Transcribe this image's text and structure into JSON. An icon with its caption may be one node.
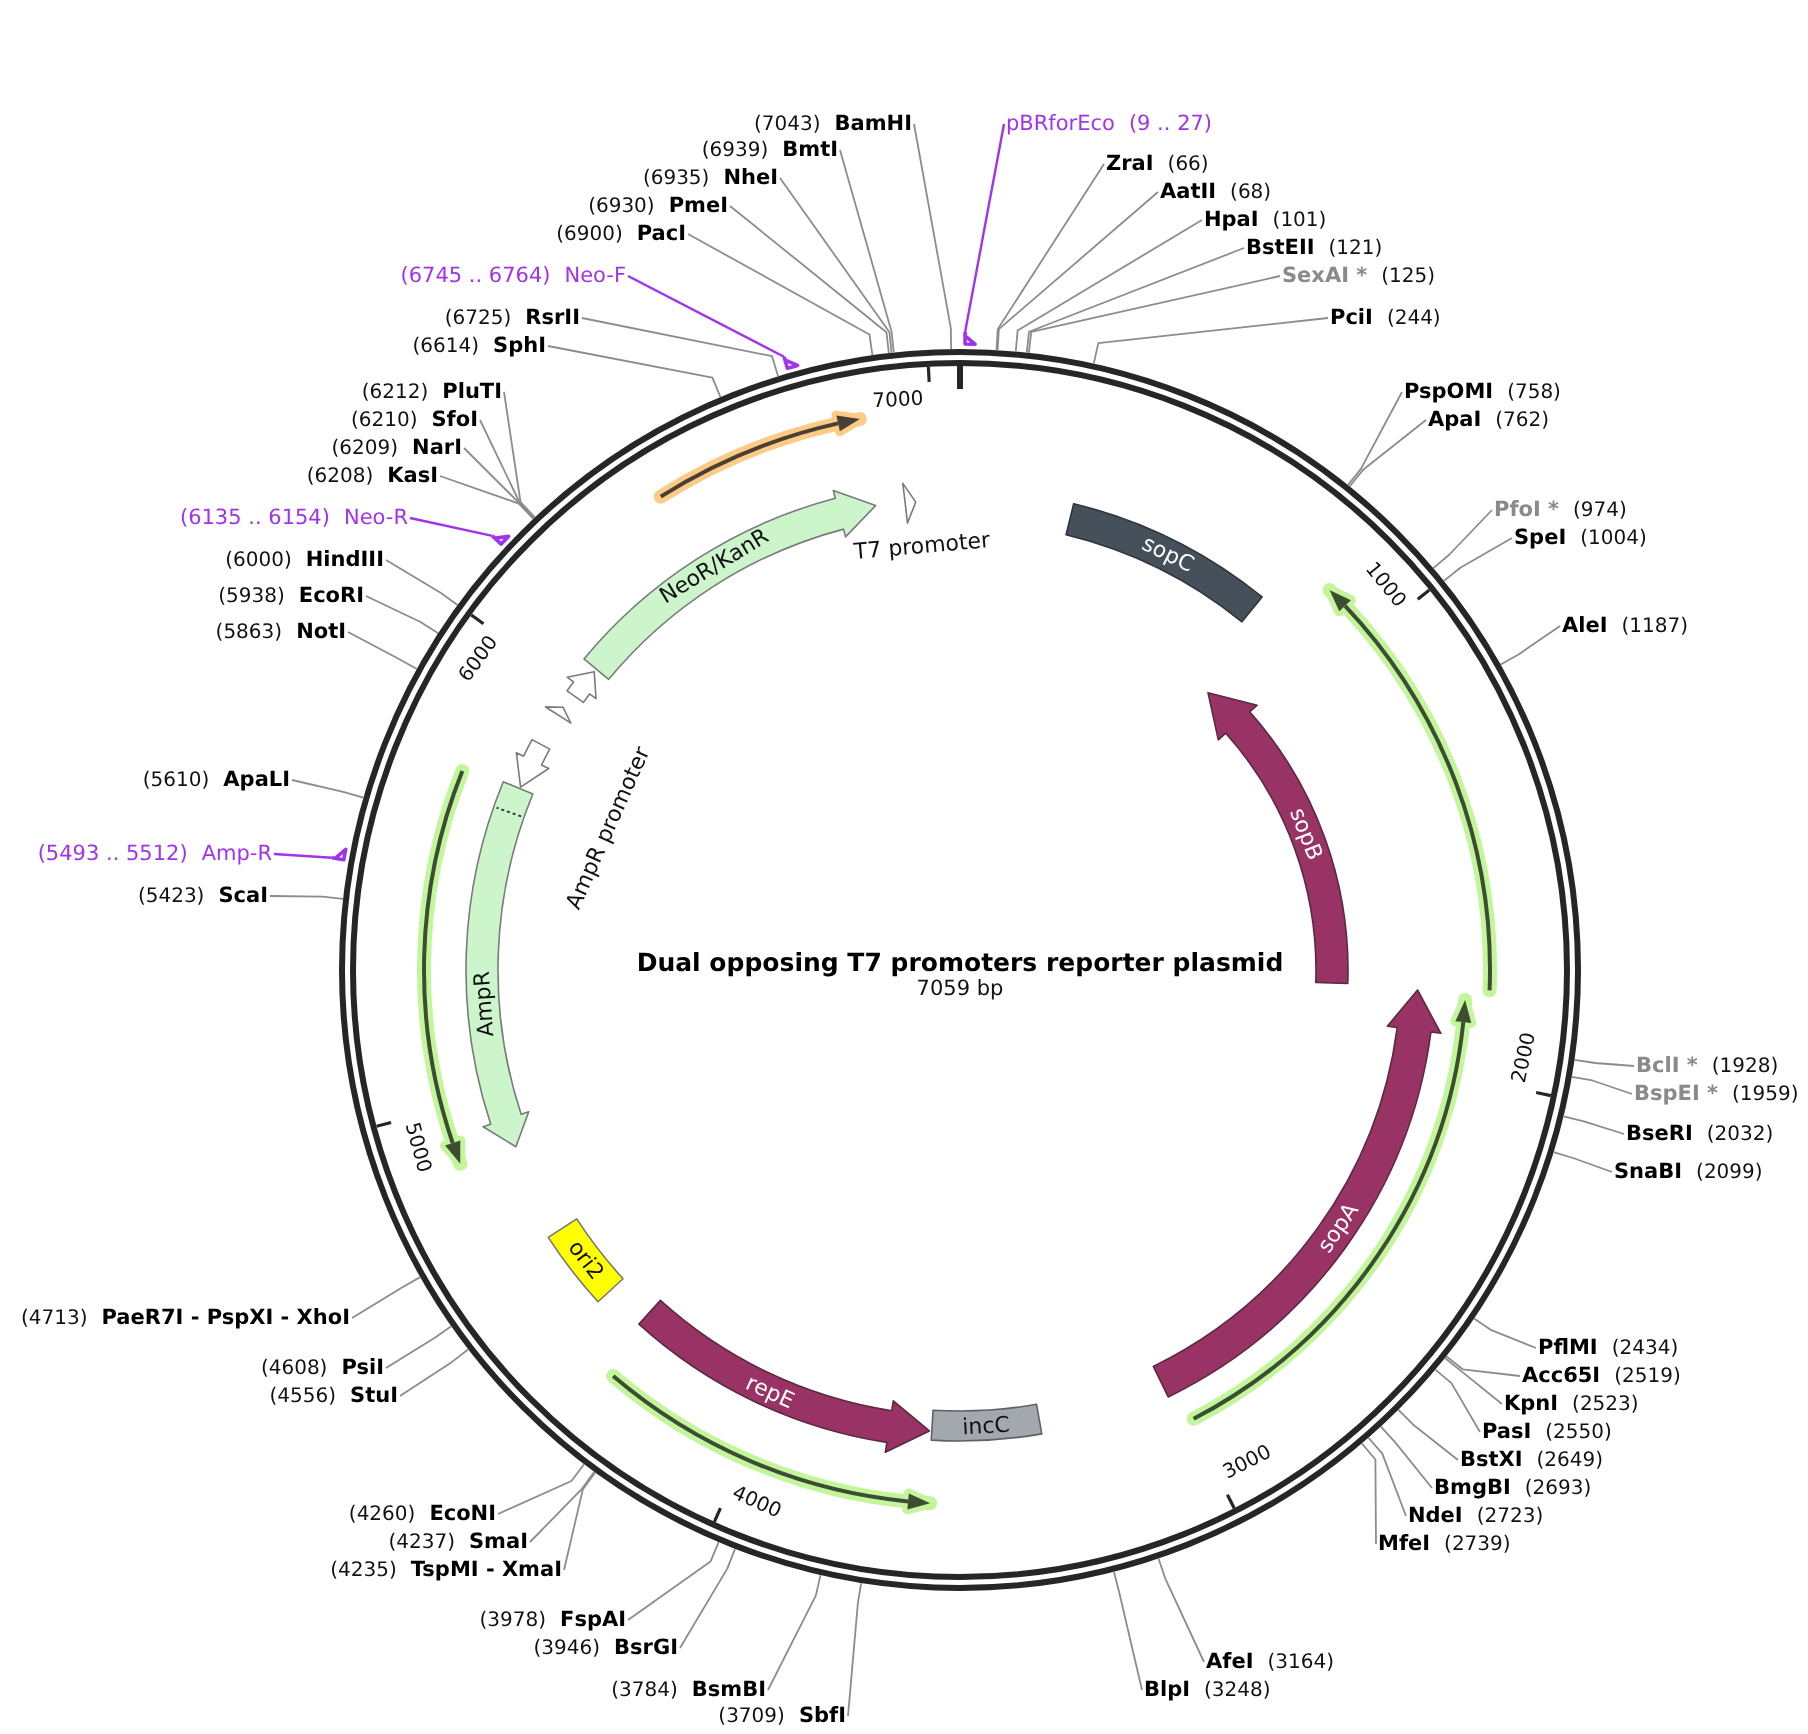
{
  "diagram": {
    "title": "Dual opposing T7 promoters reporter plasmid",
    "nodes": [
      {
        "text": [
          "pBRforEco",
          "(9 .. 27)"
        ]
      },
      {
        "text": [
          "ZraI",
          "(66)"
        ]
      },
      {
        "text": [
          "AatII",
          "(68)"
        ]
      },
      {
        "text": [
          "HpaI",
          "(101)"
        ]
      },
      {
        "text": [
          "BstEII",
          "(121)"
        ]
      },
      {
        "text": [
          "SexAI *",
          "(125)"
        ]
      },
      {
        "text": [
          "PciI",
          "(244)"
        ]
      },
      {
        "text": [
          "PspOMI",
          "(758)"
        ]
      },
      {
        "text": [
          "ApaI",
          "(762)"
        ]
      },
      {
        "text": [
          "PfoI *",
          "(974)"
        ]
      },
      {
        "text": [
          "SpeI",
          "(1004)"
        ]
      },
      {
        "text": [
          "AleI",
          "(1187)"
        ]
      },
      {
        "text": [
          "BclI *",
          "(1928)"
        ]
      },
      {
        "text": [
          "BspEI *",
          "(1959)"
        ]
      },
      {
        "text": [
          "BseRI",
          "(2032)"
        ]
      },
      {
        "text": [
          "SnaBI",
          "(2099)"
        ]
      },
      {
        "text": [
          "PflMI",
          "(2434)"
        ]
      },
      {
        "text": [
          "Acc65I",
          "(2519)"
        ]
      },
      {
        "text": [
          "KpnI",
          "(2523)"
        ]
      },
      {
        "text": [
          "PasI",
          "(2550)"
        ]
      },
      {
        "text": [
          "BstXI",
          "(2649)"
        ]
      },
      {
        "text": [
          "BmgBI",
          "(2693)"
        ]
      },
      {
        "text": [
          "NdeI",
          "(2723)"
        ]
      },
      {
        "text": [
          "MfeI",
          "(2739)"
        ]
      },
      {
        "text": [
          "AfeI",
          "(3164)"
        ]
      },
      {
        "text": [
          "BlpI",
          "(3248)"
        ]
      },
      {
        "text": [
          "(3709)",
          "SbfI"
        ]
      },
      {
        "text": [
          "(3784)",
          "BsmBI"
        ]
      },
      {
        "text": [
          "(3946)",
          "BsrGI"
        ]
      },
      {
        "text": [
          "(3978)",
          "FspAI"
        ]
      },
      {
        "text": [
          "(4235)",
          "TspMI - XmaI"
        ]
      },
      {
        "text": [
          "(4237)",
          "SmaI"
        ]
      },
      {
        "text": [
          "(4260)",
          "EcoNI"
        ]
      },
      {
        "text": [
          "(4556)",
          "StuI"
        ]
      },
      {
        "text": [
          "(4608)",
          "PsiI"
        ]
      },
      {
        "text": [
          "(4713)",
          "PaeR7I - PspXI - XhoI"
        ]
      },
      {
        "text": [
          "(5423)",
          "ScaI"
        ]
      },
      {
        "text": [
          "(5493 .. 5512)",
          "Amp-R"
        ]
      },
      {
        "text": [
          "(5610)",
          "ApaLI"
        ]
      },
      {
        "text": [
          "(5863)",
          "NotI"
        ]
      },
      {
        "text": [
          "(5938)",
          "EcoRI"
        ]
      },
      {
        "text": [
          "(6000)",
          "HindIII"
        ]
      },
      {
        "text": [
          "(6135 .. 6154)",
          "Neo-R"
        ]
      },
      {
        "text": [
          "(6208)",
          "KasI"
        ]
      },
      {
        "text": [
          "(6209)",
          "NarI"
        ]
      },
      {
        "text": [
          "(6210)",
          "SfoI"
        ]
      },
      {
        "text": [
          "(6212)",
          "PluTI"
        ]
      },
      {
        "text": [
          "(6614)",
          "SphI"
        ]
      },
      {
        "text": [
          "(6725)",
          "RsrII"
        ]
      },
      {
        "text": [
          "(6745 .. 6764)",
          "Neo-F"
        ]
      },
      {
        "text": [
          "(6900)",
          "PacI"
        ]
      },
      {
        "text": [
          "(6930)",
          "PmeI"
        ]
      },
      {
        "text": [
          "(6935)",
          "NheI"
        ]
      },
      {
        "text": [
          "(6939)",
          "BmtI"
        ]
      },
      {
        "text": [
          "(7043)",
          "BamHI"
        ]
      },
      {
        "text": [
          "sopC"
        ]
      },
      {
        "text": [
          "sopB"
        ]
      },
      {
        "text": [
          "sopA"
        ]
      },
      {
        "text": [
          "incC"
        ]
      },
      {
        "text": [
          "repE"
        ]
      },
      {
        "text": [
          "ori2"
        ]
      },
      {
        "text": [
          "AmpR"
        ]
      },
      {
        "text": [
          "AmpR promoter"
        ]
      },
      {
        "text": [],
        "shape": "arrow"
      },
      {
        "text": [],
        "shape": "arrow"
      },
      {
        "text": [
          "NeoR/KanR"
        ]
      },
      {
        "text": [
          "T7 promoter"
        ]
      }
    ],
    "edges": [
      {
        "from": 0,
        "to": null,
        "arrow": "none",
        "color": "#a033ee"
      },
      {
        "from": 1,
        "to": null,
        "arrow": "none"
      },
      {
        "from": 2,
        "to": null,
        "arrow": "none"
      },
      {
        "from": 3,
        "to": null,
        "arrow": "none"
      },
      {
        "from": 4,
        "to": null,
        "arrow": "none"
      },
      {
        "from": 5,
        "to": null,
        "arrow": "none"
      },
      {
        "from": 6,
        "to": null,
        "arrow": "none"
      },
      {
        "from": 7,
        "to": null,
        "arrow": "none"
      },
      {
        "from": 8,
        "to": null,
        "arrow": "none"
      },
      {
        "from": 9,
        "to": null,
        "arrow": "none"
      },
      {
        "from": 10,
        "to": null,
        "arrow": "none"
      },
      {
        "from": 11,
        "to": null,
        "arrow": "none"
      },
      {
        "from": 12,
        "to": null,
        "arrow": "none"
      },
      {
        "from": 13,
        "to": null,
        "arrow": "none"
      },
      {
        "from": 14,
        "to": null,
        "arrow": "none"
      },
      {
        "from": 15,
        "to": null,
        "arrow": "none"
      },
      {
        "from": 16,
        "to": null,
        "arrow": "none"
      },
      {
        "from": 17,
        "to": null,
        "arrow": "none"
      },
      {
        "from": 18,
        "to": null,
        "arrow": "none"
      },
      {
        "from": 19,
        "to": null,
        "arrow": "none"
      },
      {
        "from": 20,
        "to": null,
        "arrow": "none"
      },
      {
        "from": 21,
        "to": null,
        "arrow": "none"
      },
      {
        "from": 22,
        "to": null,
        "arrow": "none"
      },
      {
        "from": 23,
        "to": null,
        "arrow": "none"
      },
      {
        "from": 24,
        "to": null,
        "arrow": "none"
      },
      {
        "from": 25,
        "to": null,
        "arrow": "none"
      },
      {
        "from": 26,
        "to": null,
        "arrow": "none"
      },
      {
        "from": 27,
        "to": null,
        "arrow": "none"
      },
      {
        "from": 28,
        "to": null,
        "arrow": "none"
      },
      {
        "from": 29,
        "to": null,
        "arrow": "none"
      },
      {
        "from": 30,
        "to": null,
        "arrow": "none"
      },
      {
        "from": 31,
        "to": null,
        "arrow": "none"
      },
      {
        "from": 32,
        "to": null,
        "arrow": "none"
      },
      {
        "from": 33,
        "to": null,
        "arrow": "none"
      },
      {
        "from": 34,
        "to": null,
        "arrow": "none"
      },
      {
        "from": 35,
        "to": null,
        "arrow": "none"
      },
      {
        "from": 36,
        "to": null,
        "arrow": "none"
      },
      {
        "from": 37,
        "to": null,
        "arrow": "none",
        "color": "#a033ee"
      },
      {
        "from": 38,
        "to": null,
        "arrow": "none"
      },
      {
        "from": 39,
        "to": null,
        "arrow": "none"
      },
      {
        "from": 40,
        "to": null,
        "arrow": "none"
      },
      {
        "from": 41,
        "to": null,
        "arrow": "none"
      },
      {
        "from": 42,
        "to": null,
        "arrow": "none",
        "color": "#a033ee"
      },
      {
        "from": 43,
        "to": null,
        "arrow": "none"
      },
      {
        "from": 44,
        "to": null,
        "arrow": "none"
      },
      {
        "from": 45,
        "to": null,
        "arrow": "none"
      },
      {
        "from": 46,
        "to": null,
        "arrow": "none"
      },
      {
        "from": 47,
        "to": null,
        "arrow": "none"
      },
      {
        "from": 48,
        "to": null,
        "arrow": "none"
      },
      {
        "from": 49,
        "to": null,
        "arrow": "none",
        "color": "#a033ee"
      },
      {
        "from": 50,
        "to": null,
        "arrow": "none"
      },
      {
        "from": 51,
        "to": null,
        "arrow": "none"
      },
      {
        "from": 52,
        "to": null,
        "arrow": "none"
      },
      {
        "from": 53,
        "to": null,
        "arrow": "none"
      },
      {
        "from": 54,
        "to": null,
        "arrow": "none"
      }
    ],
    "labels": [
      "7059 bp",
      "1000",
      "2000",
      "3000",
      "4000",
      "5000",
      "6000",
      "7000"
    ]
  }
}
